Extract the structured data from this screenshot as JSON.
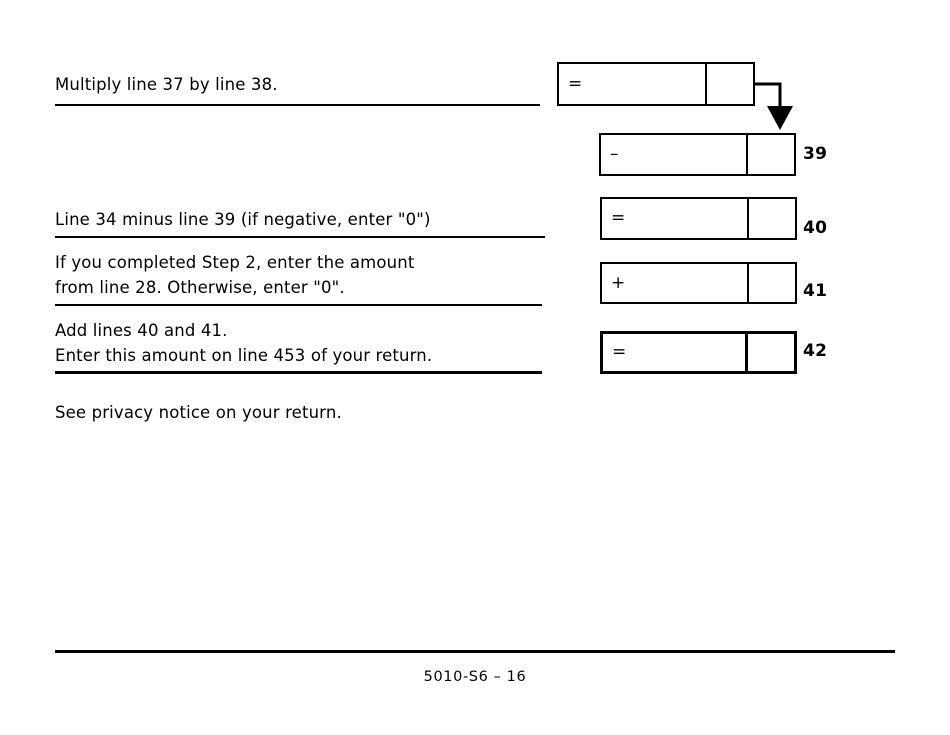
{
  "form": {
    "footer_code": "5010-S6 – 16",
    "privacy_notice": "See privacy notice on your return."
  },
  "rows": [
    {
      "id": "multiply-37-by-38",
      "text": "Multiply line 37 by line 38.",
      "operator": "=",
      "line_number": ""
    },
    {
      "id": "line-39",
      "text": "",
      "operator": "–",
      "line_number": "39"
    },
    {
      "id": "line-40",
      "text": "Line 34 minus line 39 (if negative, enter \"0\")",
      "operator": "=",
      "line_number": "40"
    },
    {
      "id": "line-41",
      "text": "If you completed Step 2, enter the amount\nfrom line 28. Otherwise, enter \"0\".",
      "operator": "+",
      "line_number": "41"
    },
    {
      "id": "line-42",
      "text": "Add lines 40 and 41.\nEnter this amount on line 453 of your return.",
      "operator": "=",
      "line_number": "42"
    }
  ],
  "fields": {
    "multiply_dollars": "",
    "multiply_cents": "",
    "line39_dollars": "",
    "line39_cents": "",
    "line40_dollars": "",
    "line40_cents": "",
    "line41_dollars": "",
    "line41_cents": "",
    "line42_dollars": "",
    "line42_cents": ""
  },
  "colors": {
    "ink": "#000000",
    "paper": "#ffffff"
  }
}
